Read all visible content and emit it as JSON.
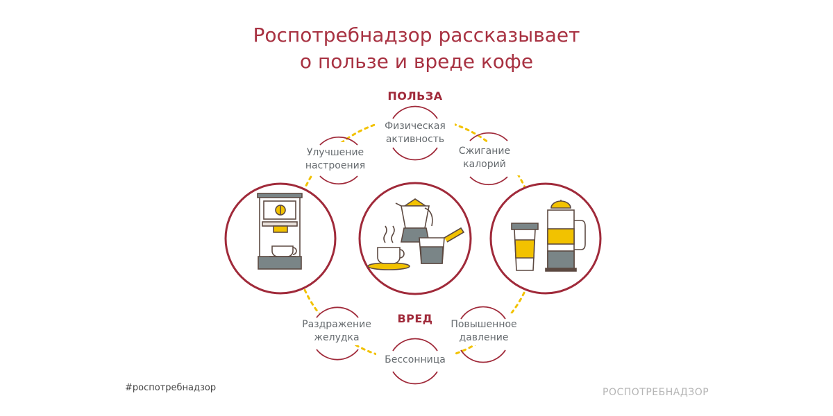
{
  "title": {
    "line1": "Роспотребнадзор рассказывает",
    "line2": "о пользе и вреде кофе"
  },
  "benefit": {
    "heading": "ПОЛЬЗА",
    "items": [
      {
        "line1": "Физическая",
        "line2": "активность"
      },
      {
        "line1": "Улучшение",
        "line2": "настроения"
      },
      {
        "line1": "Сжигание",
        "line2": "калорий"
      }
    ]
  },
  "harm": {
    "heading": "ВРЕД",
    "items": [
      {
        "line1": "Раздражение",
        "line2": "желудка"
      },
      {
        "line1": "Повышенное",
        "line2": "давление"
      },
      {
        "line1": "Бессонница",
        "line2": ""
      }
    ]
  },
  "footer": {
    "hashtag": "#роспотребнадзор",
    "brand": "РОСПОТРЕБНАДЗОР"
  },
  "colors": {
    "accent": "#a02a3a",
    "yellow": "#f2c200",
    "gray": "#7a8587",
    "dark": "#5d4a42"
  },
  "icons": [
    "espresso-machine-icon",
    "moka-pot-icon",
    "cezve-icon",
    "coffee-cup-icon",
    "takeaway-cup-icon",
    "french-press-icon"
  ]
}
